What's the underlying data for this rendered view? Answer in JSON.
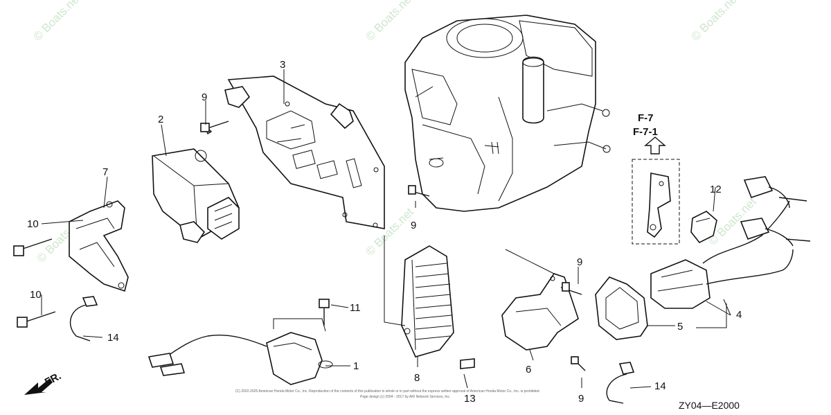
{
  "watermark": "© Boats.net",
  "callouts": {
    "c1": "1",
    "c2": "2",
    "c3": "3",
    "c4": "4",
    "c5": "5",
    "c6": "6",
    "c7": "7",
    "c8": "8",
    "c9a": "9",
    "c9b": "9",
    "c9c": "9",
    "c9d": "9",
    "c10a": "10",
    "c10b": "10",
    "c11": "11",
    "c12": "12",
    "c13": "13",
    "c14a": "14",
    "c14b": "14"
  },
  "ref": {
    "line1": "F-7",
    "line2": "F-7-1"
  },
  "direction": "FR.",
  "legal": {
    "line1": "(C) 2022-2025 American Honda Motor Co., Inc. Reproduction of the contents of this publication in whole or in part without the express written approval of American Honda Motor Co., Inc. is prohibited.",
    "line2": "Page design (c) 2004 - 2017 by ARI Network Services, Inc."
  },
  "diagram_code": "ZY04—E2000"
}
